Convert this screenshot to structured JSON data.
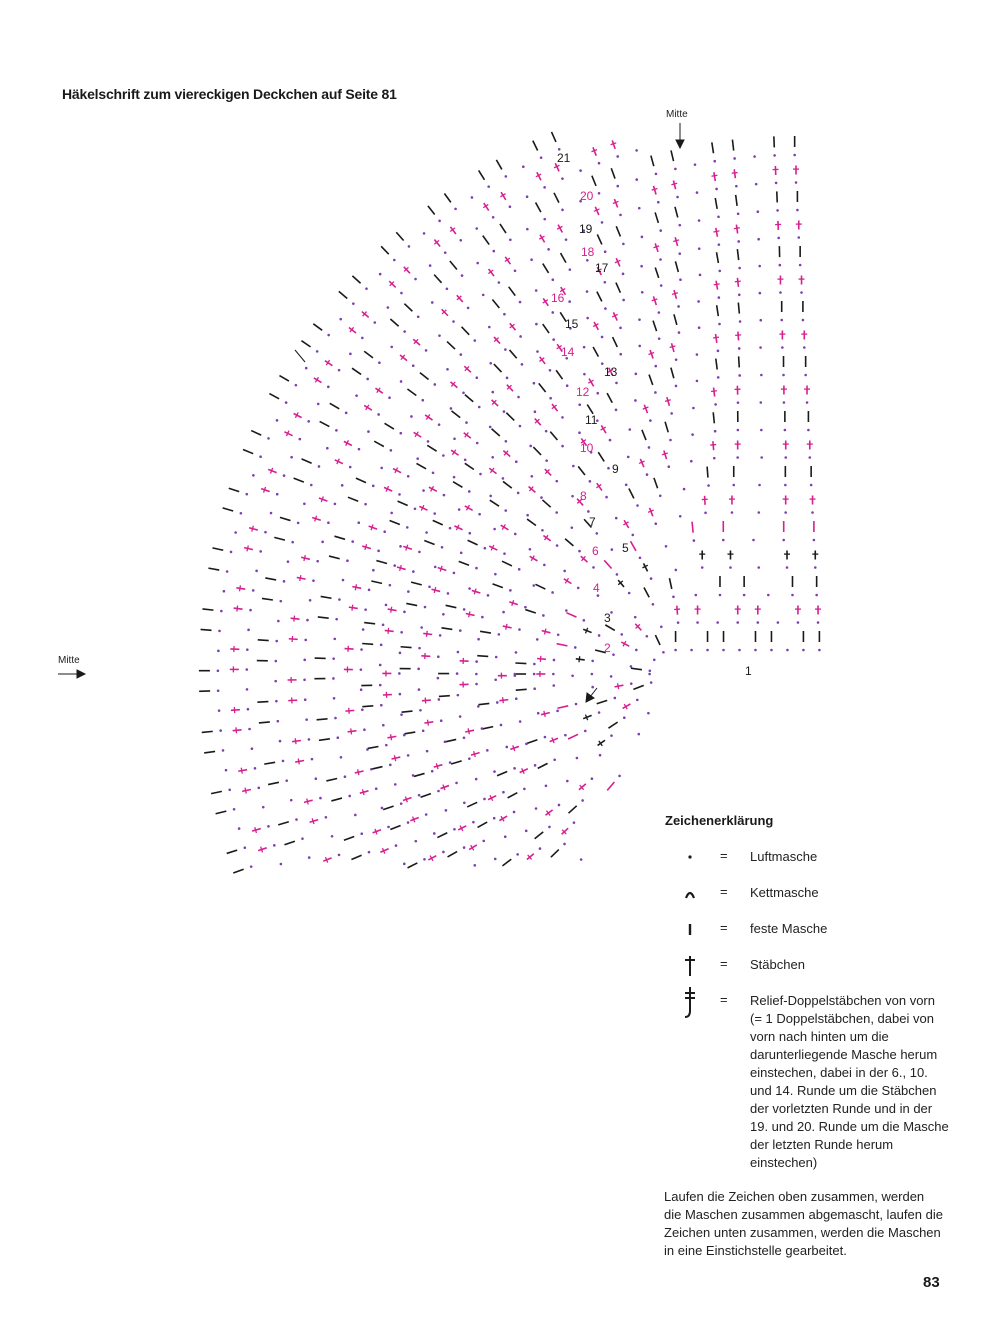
{
  "page": {
    "title": "Häkelschrift zum viereckigen Deckchen auf Seite 81",
    "mitte_top": "Mitte",
    "mitte_left": "Mitte",
    "page_number": "83"
  },
  "diagram": {
    "round_numbers": [
      "1",
      "2",
      "3",
      "4",
      "5",
      "6",
      "7",
      "8",
      "9",
      "10",
      "11",
      "12",
      "13",
      "14",
      "15",
      "16",
      "17",
      "18",
      "19",
      "20",
      "21"
    ],
    "colors": {
      "black": "#1a1a1a",
      "magenta": "#d6208f",
      "purple": "#7a3fb0"
    }
  },
  "legend": {
    "title": "Zeichenerklärung",
    "eq": "=",
    "items": [
      {
        "icon": "chain-stitch-icon",
        "label": "Luftmasche"
      },
      {
        "icon": "slip-stitch-icon",
        "label": "Kettmasche"
      },
      {
        "icon": "single-crochet-icon",
        "label": "feste Masche"
      },
      {
        "icon": "double-crochet-icon",
        "label": "Stäbchen"
      },
      {
        "icon": "front-post-treble-icon",
        "label": "Relief-Doppelstäbchen von vorn (= 1 Doppelstäbchen, dabei von vorn nach hinten um die darunterliegende Masche herum einstechen, dabei in der 6., 10. und 14. Runde um die Stäbchen der vorletzten Runde und in der 19. und 20. Runde um die Masche der letzten Runde herum einstechen)"
      }
    ]
  },
  "note": "Laufen die Zeichen oben zusammen, werden die Maschen zusammen abgemascht, laufen die Zeichen unten zusammen, werden die Maschen in eine Einstichstelle gearbeitet."
}
